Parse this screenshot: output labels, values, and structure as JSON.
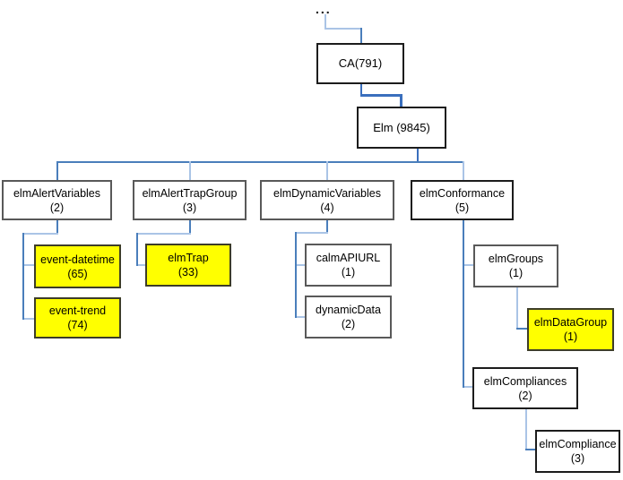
{
  "diagram": {
    "type": "tree",
    "description": "MIB-style object hierarchy tree",
    "colors": {
      "highlight_fill": "#ffff00",
      "node_fill": "#ffffff",
      "connector_light": "#aac4e6",
      "connector_medium": "#4a7ebb",
      "connector_dark": "#3a6fbd"
    },
    "nodes": [
      {
        "id": "root",
        "label": "...",
        "count": "",
        "highlighted": false,
        "parent": null
      },
      {
        "id": "ca",
        "label": "CA(791)",
        "count": "",
        "highlighted": false,
        "parent": "root"
      },
      {
        "id": "elm",
        "label": "Elm (9845)",
        "count": "",
        "highlighted": false,
        "parent": "ca"
      },
      {
        "id": "elmAlertVariables",
        "label": "elmAlertVariables",
        "count": "(2)",
        "highlighted": false,
        "parent": "elm"
      },
      {
        "id": "elmAlertTrapGroup",
        "label": "elmAlertTrapGroup",
        "count": "(3)",
        "highlighted": false,
        "parent": "elm"
      },
      {
        "id": "elmDynamicVariables",
        "label": "elmDynamicVariables",
        "count": "(4)",
        "highlighted": false,
        "parent": "elm"
      },
      {
        "id": "elmConformance",
        "label": "elmConformance",
        "count": "(5)",
        "highlighted": false,
        "parent": "elm"
      },
      {
        "id": "event-datetime",
        "label": "event-datetime",
        "count": "(65)",
        "highlighted": true,
        "parent": "elmAlertVariables"
      },
      {
        "id": "event-trend",
        "label": "event-trend",
        "count": "(74)",
        "highlighted": true,
        "parent": "elmAlertVariables"
      },
      {
        "id": "elmTrap",
        "label": "elmTrap",
        "count": "(33)",
        "highlighted": true,
        "parent": "elmAlertTrapGroup"
      },
      {
        "id": "calmAPIURL",
        "label": "calmAPIURL",
        "count": "(1)",
        "highlighted": false,
        "parent": "elmDynamicVariables"
      },
      {
        "id": "dynamicData",
        "label": "dynamicData",
        "count": "(2)",
        "highlighted": false,
        "parent": "elmDynamicVariables"
      },
      {
        "id": "elmGroups",
        "label": "elmGroups",
        "count": "(1)",
        "highlighted": false,
        "parent": "elmConformance"
      },
      {
        "id": "elmDataGroup",
        "label": "elmDataGroup",
        "count": "(1)",
        "highlighted": true,
        "parent": "elmGroups"
      },
      {
        "id": "elmCompliances",
        "label": "elmCompliances",
        "count": "(2)",
        "highlighted": false,
        "parent": "elmConformance"
      },
      {
        "id": "elmCompliance",
        "label": "elmCompliance",
        "count": "(3)",
        "highlighted": false,
        "parent": "elmCompliances"
      }
    ]
  }
}
